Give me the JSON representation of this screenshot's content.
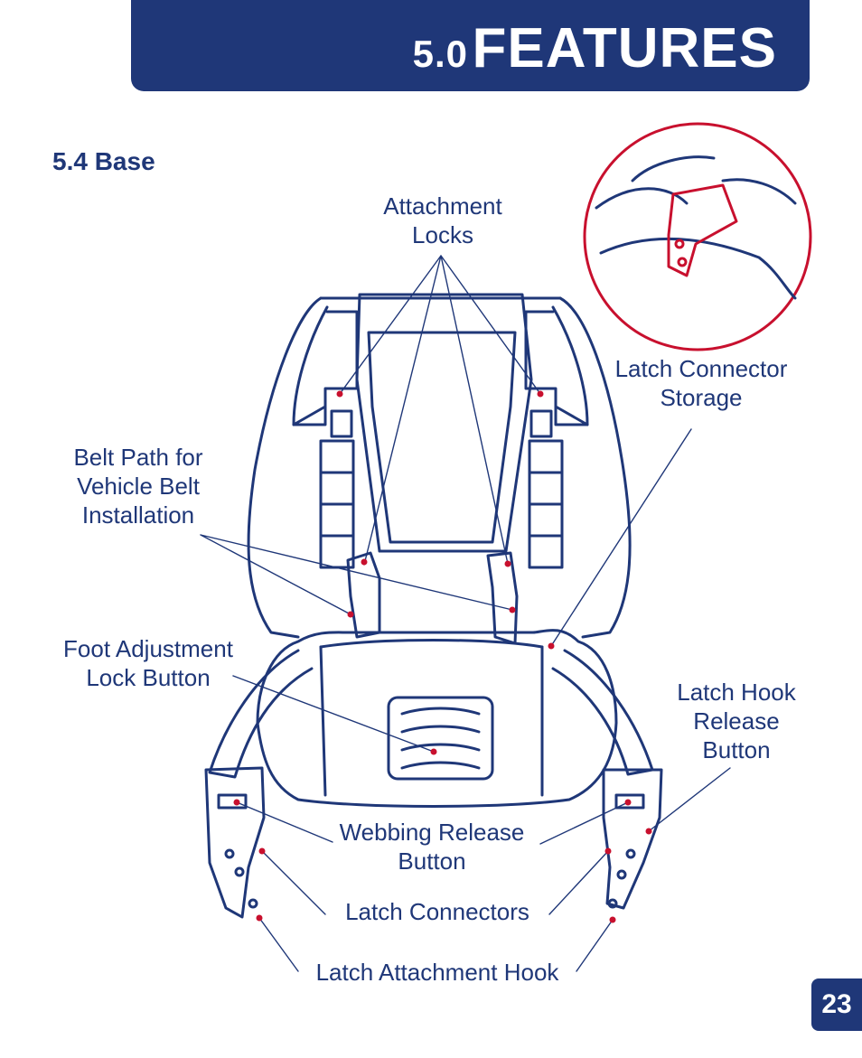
{
  "header": {
    "section_number": "5.0",
    "title": "FEATURES"
  },
  "section": {
    "title": "5.4  Base"
  },
  "labels": {
    "attachment_locks": [
      "Attachment",
      "Locks"
    ],
    "latch_connector_storage": [
      "Latch Connector",
      "Storage"
    ],
    "belt_path": [
      "Belt Path for",
      "Vehicle Belt",
      "Installation"
    ],
    "foot_adjustment": [
      "Foot Adjustment",
      "Lock Button"
    ],
    "latch_hook_release": [
      "Latch Hook",
      "Release",
      "Button"
    ],
    "webbing_release": [
      "Webbing Release",
      "Button"
    ],
    "latch_connectors": "Latch Connectors",
    "latch_attachment_hook": "Latch Attachment Hook"
  },
  "page_number": "23",
  "colors": {
    "brand": "#1f3778",
    "accent": "#c8102e"
  }
}
